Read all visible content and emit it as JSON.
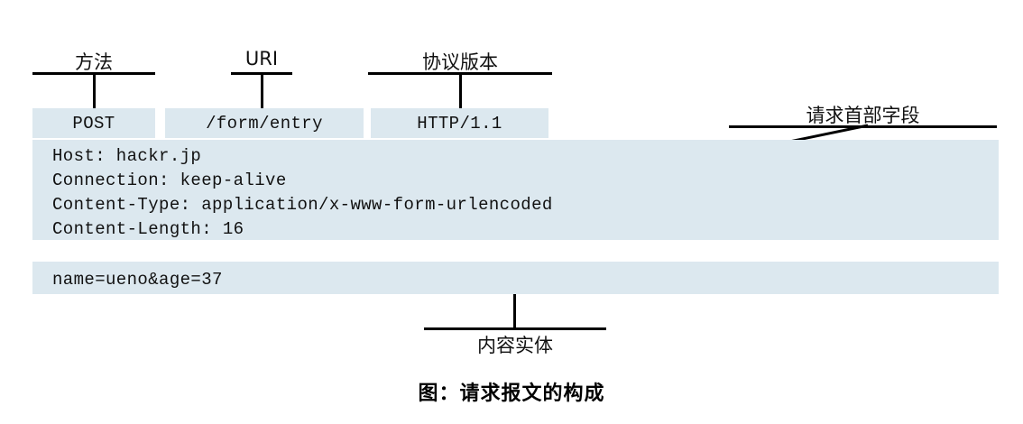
{
  "figure": {
    "caption": "图：请求报文的构成",
    "box_fill_color": "#dce8ef",
    "line_color": "#000000"
  },
  "request_line": {
    "annotations": [
      {
        "label": "方法"
      },
      {
        "label": "URI"
      },
      {
        "label": "协议版本"
      }
    ],
    "fields": [
      {
        "name": "method",
        "value": "POST"
      },
      {
        "name": "uri",
        "value": "/form/entry"
      },
      {
        "name": "version",
        "value": "HTTP/1.1"
      }
    ]
  },
  "headers": {
    "annotation_label": "请求首部字段",
    "lines": [
      "Host: hackr.jp",
      "Connection: keep-alive",
      "Content-Type: application/x-www-form-urlencoded",
      "Content-Length: 16"
    ]
  },
  "body": {
    "annotation_label": "内容实体",
    "lines": [
      "name=ueno&age=37"
    ]
  }
}
